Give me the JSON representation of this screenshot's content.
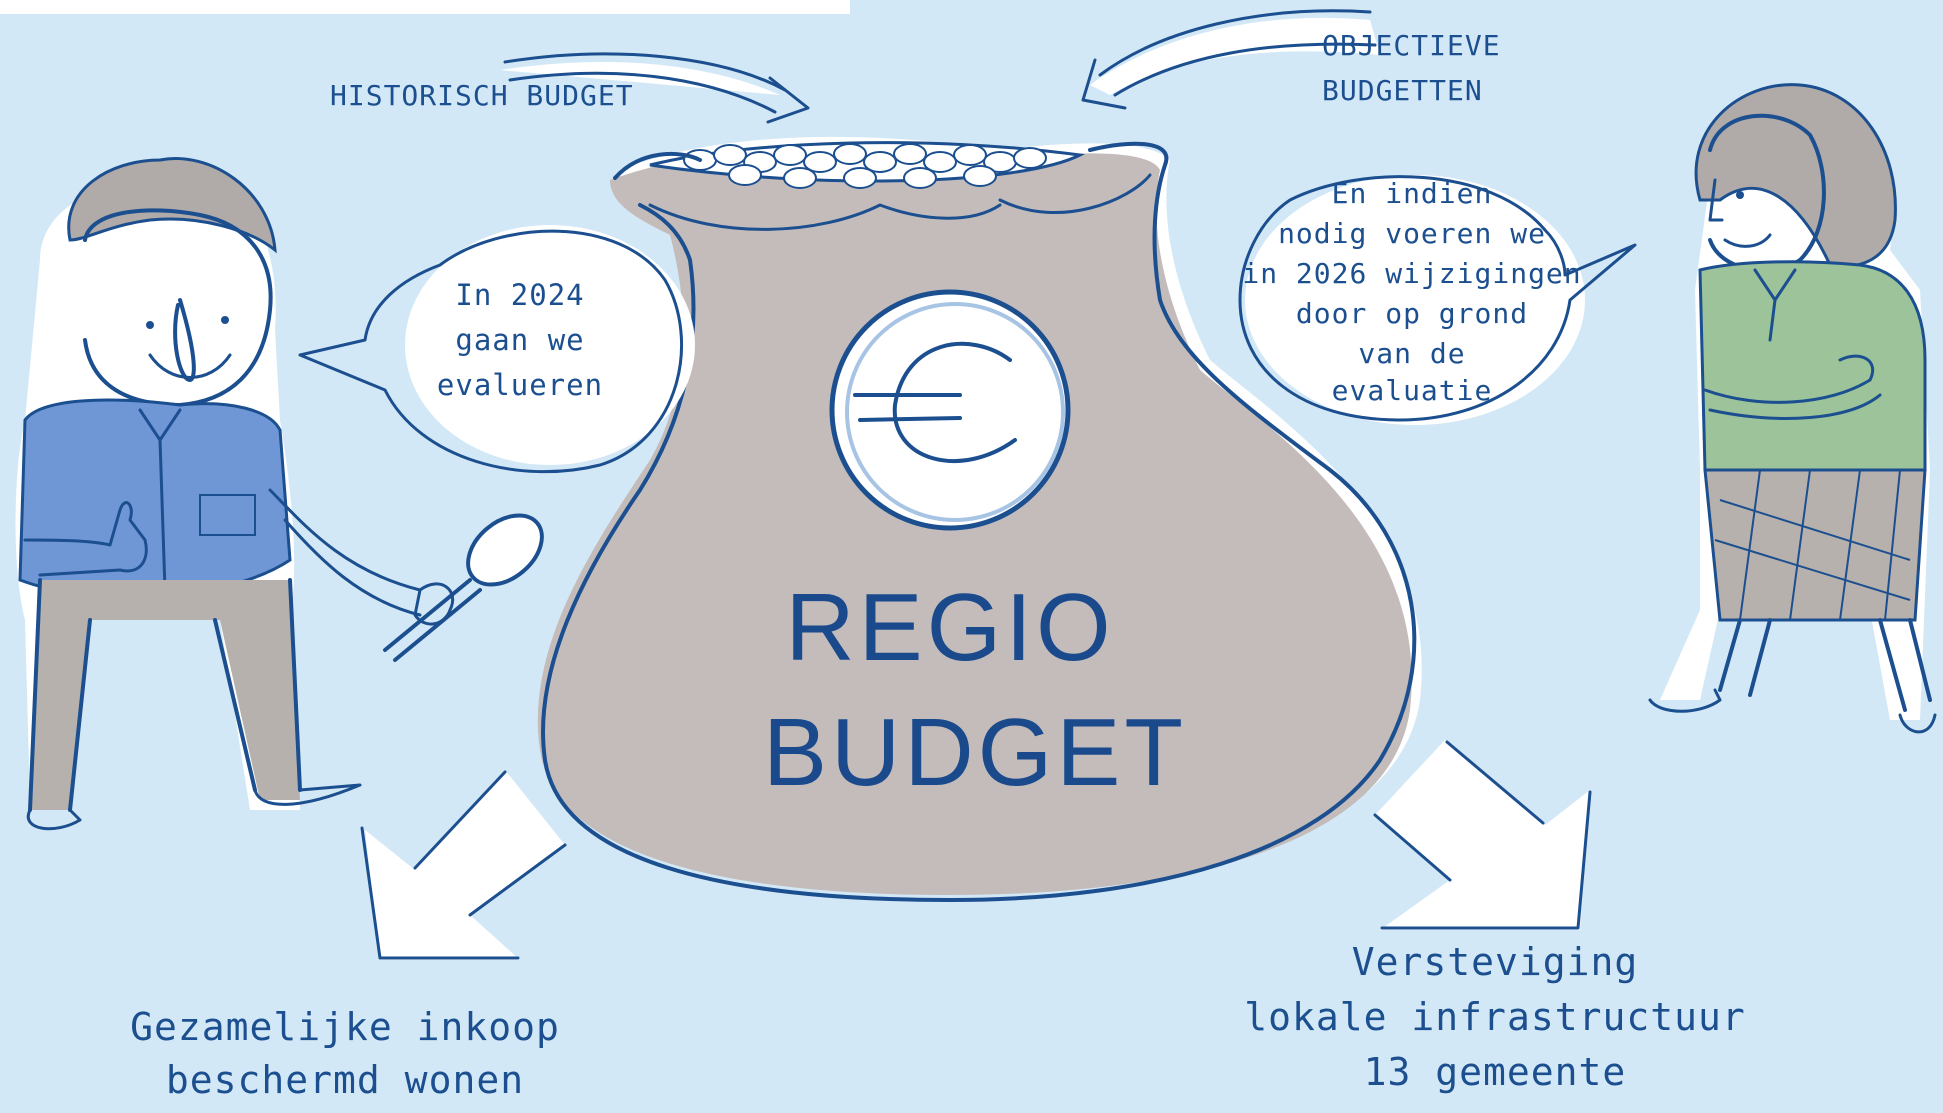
{
  "labels": {
    "historisch": "HISTORISCH BUDGET",
    "objectieve_line1": "OBJECTIEVE",
    "objectieve_line2": "BUDGETTEN",
    "bag_line1": "REGIO",
    "bag_line2": "BUDGET",
    "euro_symbol": "€"
  },
  "bubbles": {
    "left": [
      "In 2024",
      "gaan we",
      "evalueren"
    ],
    "right": [
      "En indien",
      "nodig voeren we",
      "in 2026 wijzigingen",
      "door op grond",
      "van de",
      "evaluatie"
    ]
  },
  "outcomes": {
    "left": [
      "Gezamelijke inkoop",
      "beschermd wonen"
    ],
    "right": [
      "Versteviging",
      "lokale infrastructuur",
      "13 gemeente"
    ]
  },
  "colors": {
    "background": "#d3e8f6",
    "ink": "#1c4f8f",
    "bag": "#c3bcbb",
    "man_shirt": "#6f97d6",
    "woman_sweater": "#9cc39a"
  },
  "icons": [
    "euro-icon",
    "magnifying-glass-icon",
    "arrow-icon",
    "money-bag-icon"
  ]
}
